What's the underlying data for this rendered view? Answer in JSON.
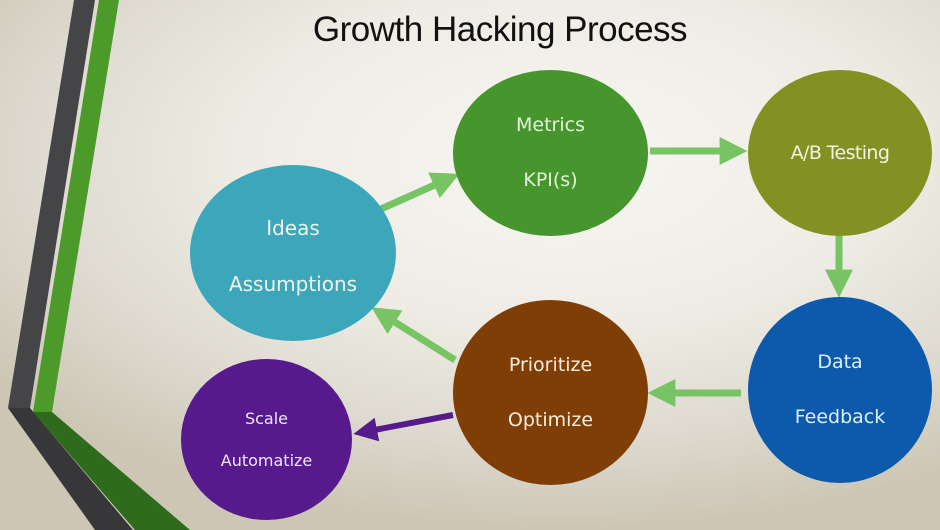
{
  "title": "Growth Hacking Process",
  "colors": {
    "stripe_dark": "#454547",
    "stripe_dark_lower": "#37373a",
    "stripe_green": "#4c9a2a",
    "stripe_green_lower": "#2f6b1d",
    "arrow_green": "#78c464",
    "arrow_purple": "#561a8c"
  },
  "nodes": [
    {
      "id": "ideas",
      "line1": "Ideas",
      "line2": "Assumptions",
      "color": "#3ca6ba"
    },
    {
      "id": "metrics",
      "line1": "Metrics",
      "line2": "KPI(s)",
      "color": "#46952d"
    },
    {
      "id": "ab-testing",
      "line1": "A/B Testing",
      "line2": "",
      "color": "#839122"
    },
    {
      "id": "data",
      "line1": "Data",
      "line2": "Feedback",
      "color": "#0d5aad"
    },
    {
      "id": "prioritize",
      "line1": "Prioritize",
      "line2": "Optimize",
      "color": "#7e3e06"
    },
    {
      "id": "scale",
      "line1": "Scale",
      "line2": "Automatize",
      "color": "#561a8c"
    }
  ],
  "edges": [
    {
      "from": "ideas",
      "to": "metrics"
    },
    {
      "from": "metrics",
      "to": "ab-testing"
    },
    {
      "from": "ab-testing",
      "to": "data"
    },
    {
      "from": "data",
      "to": "prioritize"
    },
    {
      "from": "prioritize",
      "to": "ideas"
    },
    {
      "from": "prioritize",
      "to": "scale"
    }
  ]
}
